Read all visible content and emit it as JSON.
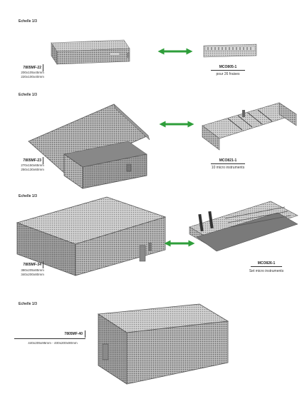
{
  "colors": {
    "arrow": "#2e9e3a",
    "mesh": "#9a9a9a",
    "mesh_dark": "#6e6e6e",
    "mesh_light": "#c8c8c8"
  },
  "rows": [
    {
      "scale": "Echelle 1/3",
      "ref": "7805MF-22",
      "dims": [
        "200x105x45mm",
        "220x100x40mm"
      ],
      "acc_ref": "MCO805-1",
      "acc_caption": "pour 26 fraises"
    },
    {
      "scale": "Echelle 1/3",
      "ref": "7805MF-23",
      "dims": [
        "270x150x65mm",
        "250x130x60mm"
      ],
      "acc_ref": "MCO821-1",
      "acc_caption": "10 micro instruments"
    },
    {
      "scale": "Echelle 1/3",
      "ref": "7805MF-34",
      "dims": [
        "380x205x85mm",
        "340x200x80mm"
      ],
      "acc_ref": "MCO826-1",
      "acc_caption": "Set micro instruments"
    },
    {
      "scale": "Echelle 1/3",
      "ref": "7805MF-40",
      "dims": [
        "440x205x95mm - 400x200x90mm"
      ]
    }
  ]
}
